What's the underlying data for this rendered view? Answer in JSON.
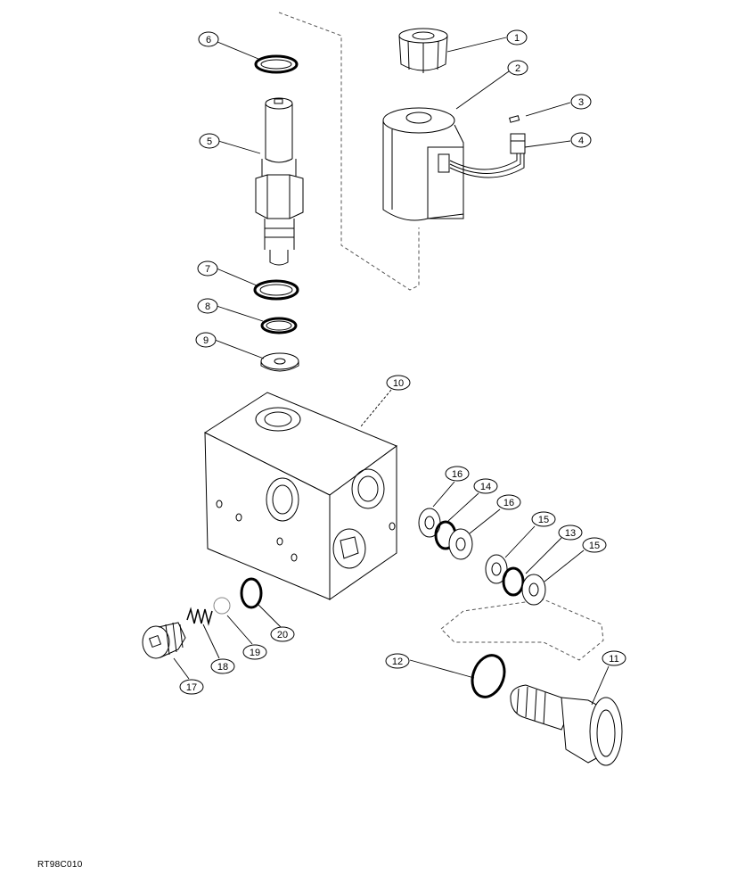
{
  "diagram": {
    "reference_code": "RT98C010",
    "callouts": [
      "1",
      "2",
      "3",
      "4",
      "5",
      "6",
      "7",
      "8",
      "9",
      "10",
      "11",
      "12",
      "13",
      "14",
      "15",
      "16",
      "17",
      "18",
      "19",
      "20"
    ]
  }
}
